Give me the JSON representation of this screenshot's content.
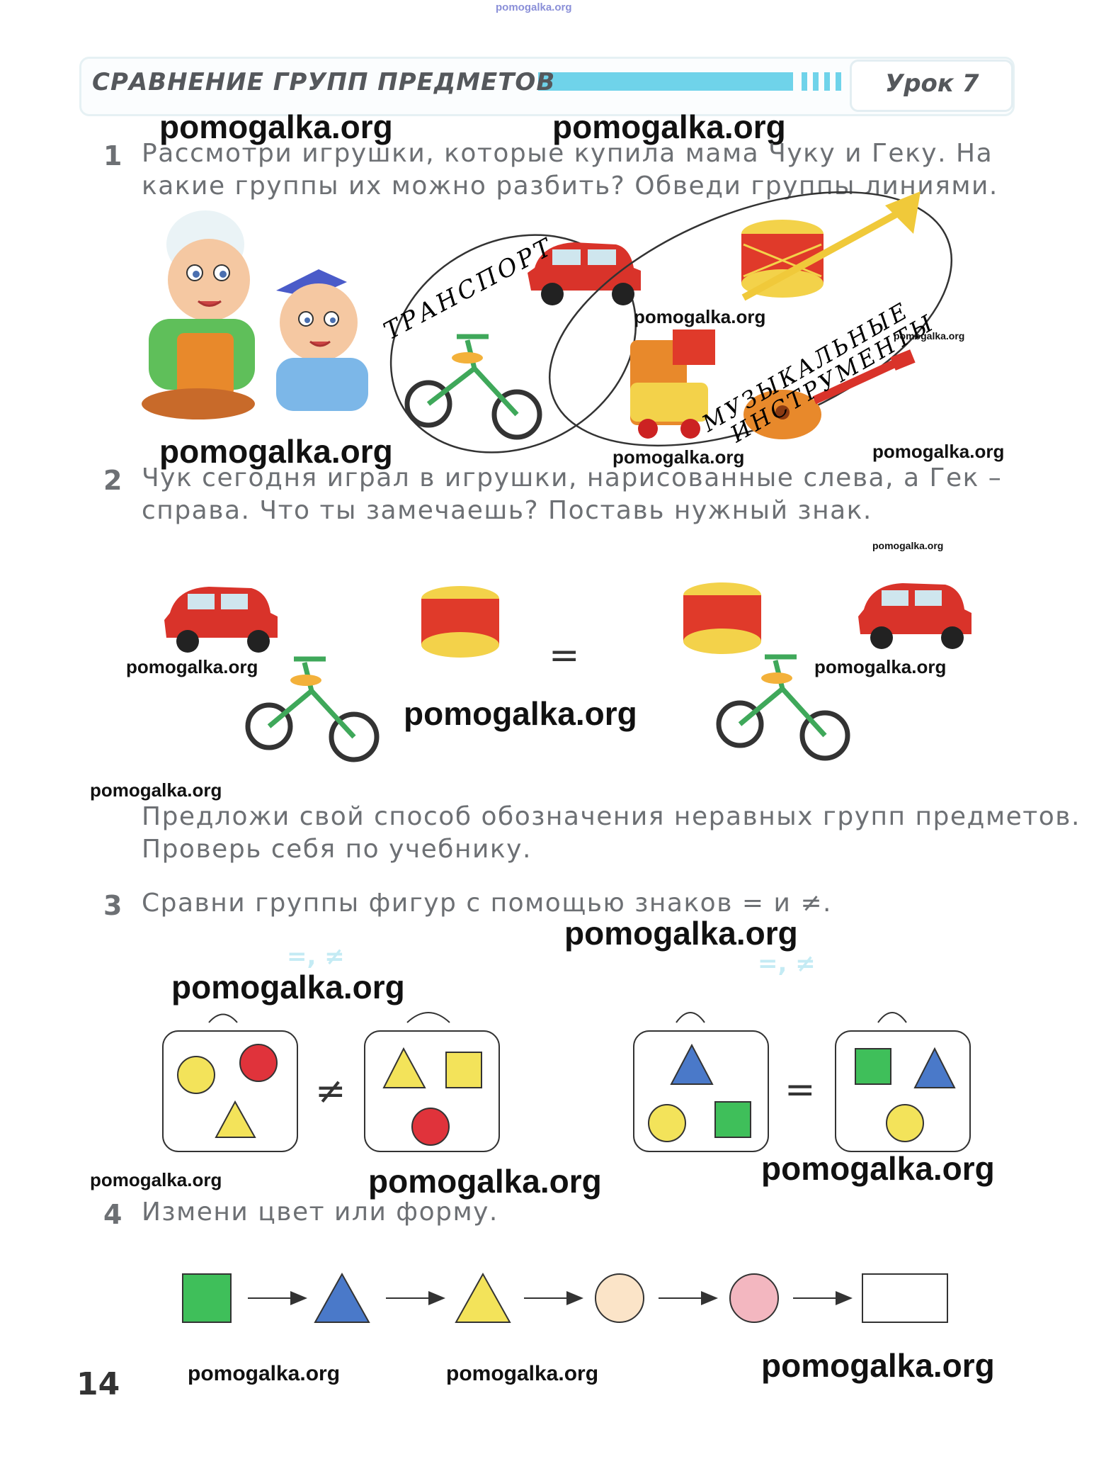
{
  "watermark": "pomogalka.org",
  "header": {
    "title": "СРАВНЕНИЕ ГРУПП ПРЕДМЕТОВ",
    "lesson": "Урок 7"
  },
  "task1": {
    "number": "1",
    "line1": "Рассмотри игрушки, которые купила мама Чуку и Геку. На",
    "line2": "какие группы их можно разбить? Обведи группы линиями.",
    "group1_label": "ТРАНСПОРТ",
    "group2_label_line1": "МУЗЫКАЛЬНЫЕ",
    "group2_label_line2": "ИНСТРУМЕНТЫ"
  },
  "task2": {
    "number": "2",
    "line1": "Чук сегодня играл в игрушки, нарисованные слева, а Гек –",
    "line2": "справа. Что ты замечаешь? Поставь нужный знак.",
    "sign": "=",
    "after_line1": "Предложи свой способ обозначения неравных групп предметов.",
    "after_line2": "Проверь себя по учебнику."
  },
  "task3": {
    "number": "3",
    "text": "Сравни группы фигур с помощью знаков = и ≠.",
    "hint": "=, ≠",
    "sign_left": "≠",
    "sign_right": "="
  },
  "task4": {
    "number": "4",
    "text": "Измени цвет или форму."
  },
  "page_number": "14",
  "colors": {
    "accent_stripe": "#6fd3ea",
    "yellow": "#f3e35a",
    "red": "#e0333b",
    "blue": "#4a79c9",
    "green": "#3fbf5a"
  }
}
